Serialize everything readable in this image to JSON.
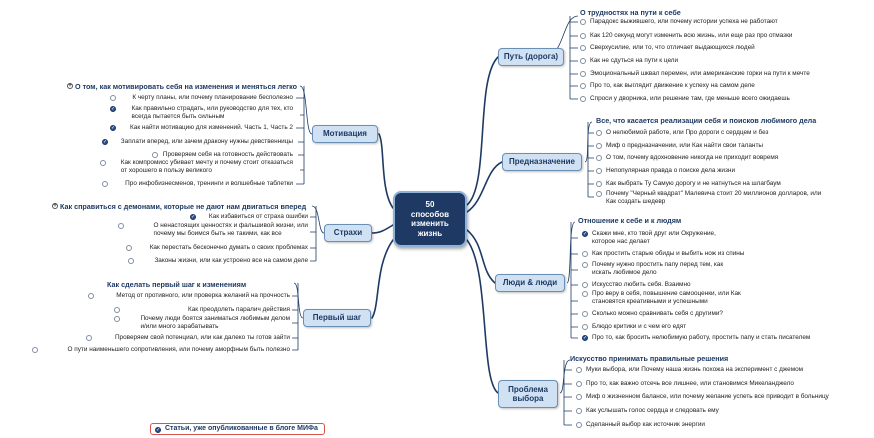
{
  "center": {
    "lines": [
      "50",
      "способов",
      "изменить",
      "жизнь"
    ]
  },
  "branches": {
    "put": "Путь (дорога)",
    "prednaz": "Предназначение",
    "lyudi": "Люди & люди",
    "problema": [
      "Проблема",
      "выбора"
    ],
    "motiv": "Мотивация",
    "strahi": "Страхи",
    "shag": "Первый шаг"
  },
  "topics": {
    "put": "О трудностях на пути к себе",
    "prednaz": "Все, что касается реализации себя и поисков любимого дела",
    "lyudi": "Отношение к себе и к людям",
    "problema": "Искусство принимать правильные решения",
    "motiv": "О том, как мотивировать себя на изменения и меняться легко",
    "strahi": "Как справиться с демонами, которые не дают нам двигаться вперед",
    "shag": "Как сделать первый шаг к изменениям"
  },
  "items": {
    "put": [
      [
        "Парадокс выжившего, или почему истории успеха не работают"
      ],
      [
        "Как 120 секунд могут изменить всю жизнь, или еще раз про отмазки"
      ],
      [
        "Сверхусилие, или то, что отличает выдающихся людей"
      ],
      [
        "Как не сдуться на пути к цели"
      ],
      [
        "Эмоциональный шквал перемен, или американские горки на пути к мечте"
      ],
      [
        "Про то, как выглядит движение к успеху на самом деле"
      ],
      [
        "Спроси у дворника, или решение там, где меньше всего ожидаешь"
      ]
    ],
    "prednaz": [
      [
        "О нелюбимой работе, или Про дороги с сердцем и без"
      ],
      [
        "Миф о предназначении, или Как найти свои таланты"
      ],
      [
        "О том, почему вдохновение никогда не приходит вовремя"
      ],
      [
        "Непопулярная правда о поиске дела жизни"
      ],
      [
        "Как выбрать Ту Самую дорогу и не натнуться на шлагбаум"
      ],
      [
        "Почему \"Черный квадрат\" Малевича стоит 20 миллионов долларов, или",
        "Как создать шедевр"
      ]
    ],
    "lyudi": [
      [
        "Скажи мне, кто твой друг или Окружение,",
        "которое нас делает"
      ],
      [
        "Как простить старые обиды и выбить нож из спины"
      ],
      [
        "Почему нужно простить папу перед тем, как",
        "искать любимое дело"
      ],
      [
        "Искусство любить себя. Взаимно"
      ],
      [
        "Про веру в себя, повышение самооценки, или Как",
        "становятся креативными и успешными"
      ],
      [
        "Сколько можно сравнивать себя с другими?"
      ],
      [
        "Блюдо критики и с чем его едят"
      ],
      [
        "Про то, как бросить нелюбимую работу, простить папу и стать писателем"
      ]
    ],
    "problema": [
      [
        "Муки выбора, или Почему наша жизнь похожа на эксперимент с джемом"
      ],
      [
        "Про то, как важно отсечь все лишнее, или становимся Микеланджело"
      ],
      [
        "Миф о жизненном балансе, или почему желание успеть все приводит в больницу"
      ],
      [
        "Как услышать голос сердца и следовать ему"
      ],
      [
        "Сделанный выбор как источник энергии"
      ]
    ],
    "motiv": [
      [
        "К черту планы, или почему планирование бесполезно"
      ],
      [
        "Как правильно страдать, или руководство для тех, кто",
        "всегда пытается быть сильным"
      ],
      [
        "Как найти мотивацию для изменений. Часть 1, Часть 2"
      ],
      [
        "Заплати вперед, или зачем дракону нужны девственницы"
      ],
      [
        "Проверяем себя на готовность действовать"
      ],
      [
        "Как компромисс убивает мечту и почему стоит отказаться",
        "от хорошего в пользу великого"
      ],
      [
        "Про инфобизнесменов, тренинги и волшебные таблетки"
      ]
    ],
    "strahi": [
      [
        "Как избавиться от страха ошибки"
      ],
      [
        "О ненастоящих ценностях и фальшивой жизни, или",
        "почему мы боимся быть не такими, как все"
      ],
      [
        "Как перестать бесконечно думать о своих проблемах"
      ],
      [
        "Законы жизни, или как устроено все на самом деле"
      ]
    ],
    "shag": [
      [
        "Метод от противного, или проверка желаний на прочность"
      ],
      [
        "Как преодолеть паралич действия"
      ],
      [
        "Почему люди боятся заниматься любимым делом",
        "и/или много зарабатывать"
      ],
      [
        "Проверяем свой потенциал, или как далеко ты готов зайти"
      ],
      [
        "О пути наименьшего сопротивления, или почему аморфным быть полезно"
      ]
    ]
  },
  "legend": "Статьи, уже опубликованные в блоге МИФа",
  "colors": {
    "line": "#1e3a64",
    "center": "#1e3a64",
    "branch": "#cfe1f3",
    "check": "#2b4e8c"
  }
}
